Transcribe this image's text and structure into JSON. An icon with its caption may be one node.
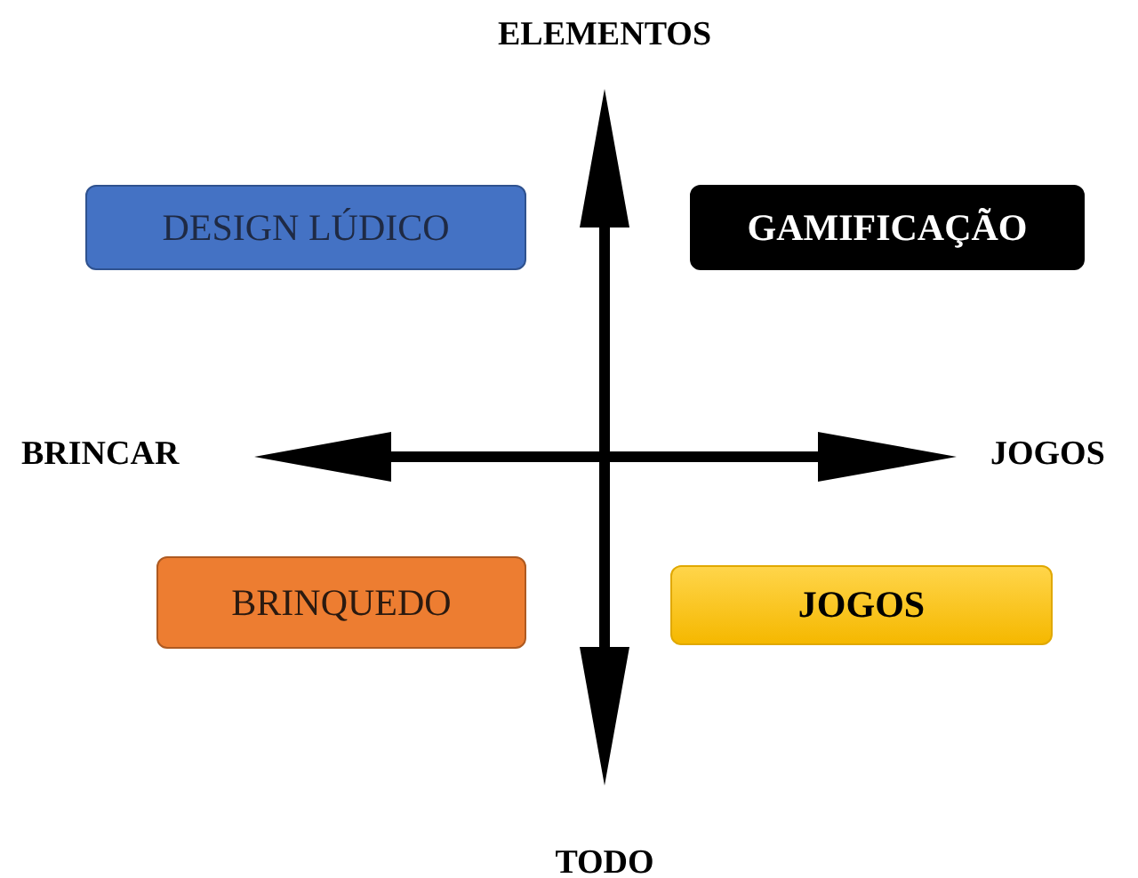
{
  "diagram": {
    "nodes": [
      {
        "text": [
          "DESIGN LÚDICO"
        ]
      },
      {
        "text": [
          "GAMIFICAÇÃO"
        ]
      },
      {
        "text": [
          "BRINQUEDO"
        ]
      },
      {
        "text": [
          "JOGOS"
        ]
      }
    ],
    "labels": [
      "ELEMENTOS",
      "BRINCAR",
      "JOGOS",
      "TODO"
    ]
  }
}
